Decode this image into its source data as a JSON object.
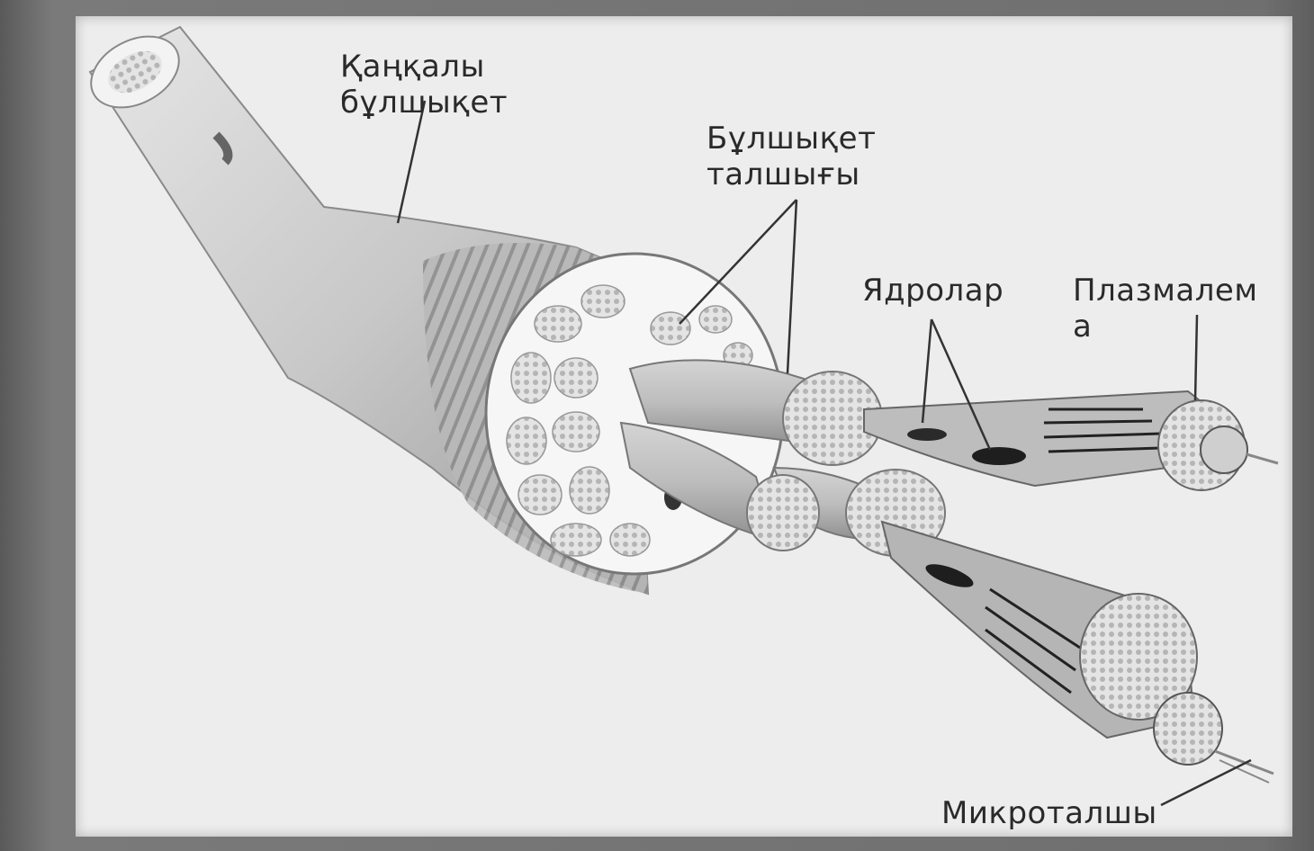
{
  "labels": {
    "skeletal_muscle": "Қаңқалы\nбұлшықет",
    "muscle_fiber": "Бұлшықет\nталшығы",
    "nuclei": "Ядролар",
    "plasmalemma": "Плазмалем\nа",
    "microfibril": "Микроталшы"
  },
  "colors": {
    "frame": "#6a6a6a",
    "paper": "#ededed",
    "tissue_light": "#d9d9d9",
    "tissue_mid": "#a8a8a8",
    "tissue_dark": "#4a4a4a",
    "leader_line": "#333333"
  }
}
